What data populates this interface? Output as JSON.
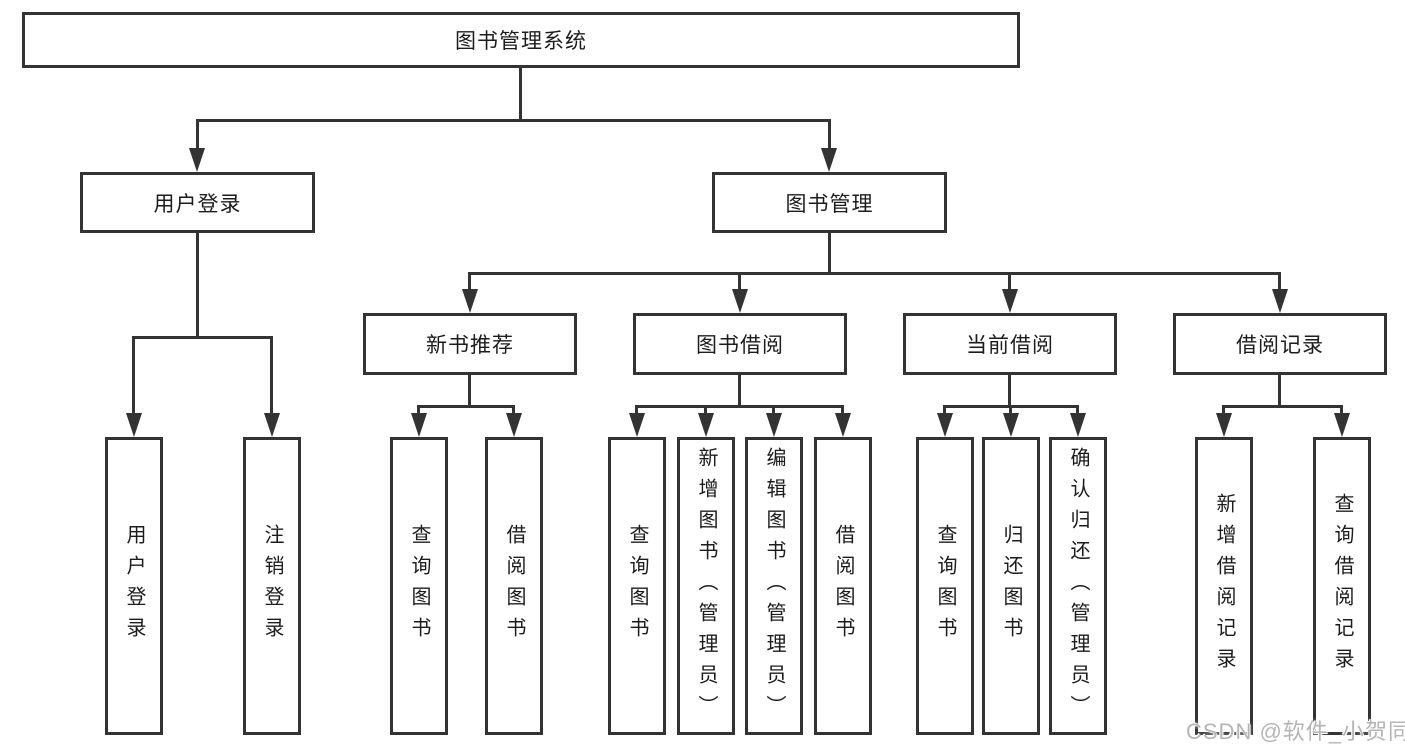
{
  "nodes": {
    "root": "图书管理系统",
    "user_login": "用户登录",
    "book_mgmt": "图书管理",
    "new_books": "新书推荐",
    "book_borrow": "图书借阅",
    "current_borrow": "当前借阅",
    "borrow_records": "借阅记录"
  },
  "leaves": {
    "user_login": [
      "用户登录",
      "注销登录"
    ],
    "new_books": [
      "查询图书",
      "借阅图书"
    ],
    "book_borrow": [
      "查询图书",
      "新增图书（管理员）",
      "编辑图书（管理员）",
      "借阅图书"
    ],
    "current_borrow": [
      "查询图书",
      "归还图书",
      "确认归还（管理员）"
    ],
    "borrow_records": [
      "新增借阅记录",
      "查询借阅记录"
    ]
  },
  "watermark": "CSDN @软件_小贺同学",
  "colors": {
    "line": "#333333",
    "box_border": "#333333",
    "text": "#1c1c1c",
    "background": "#ffffff",
    "watermark": "#b5b5b5"
  }
}
